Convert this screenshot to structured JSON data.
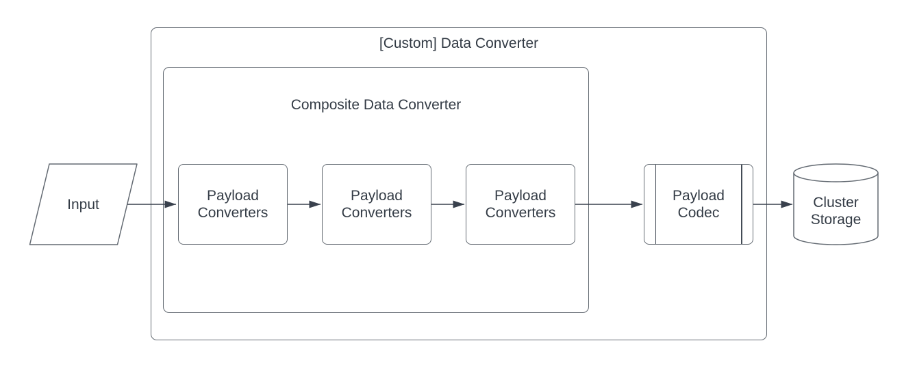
{
  "diagram": {
    "outer_container_title": "[Custom] Data Converter",
    "inner_container_title": "Composite Data Converter",
    "input_label": "Input",
    "payload_converter_labels": [
      "Payload\nConverters",
      "Payload\nConverters",
      "Payload\nConverters"
    ],
    "codec_label": "Payload\nCodec",
    "storage_label": "Cluster\nStorage",
    "colors": {
      "background": "#ffffff",
      "border": "#636a72",
      "divider": "#444c56",
      "arrow": "#39414d",
      "text": "#333b45"
    }
  }
}
